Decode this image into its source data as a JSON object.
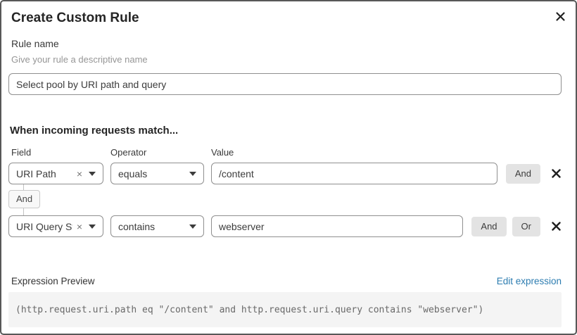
{
  "dialog": {
    "title": "Create Custom Rule"
  },
  "rule_name": {
    "label": "Rule name",
    "helper": "Give your rule a descriptive name",
    "value": "Select pool by URI path and query"
  },
  "matcher": {
    "heading": "When incoming requests match...",
    "columns": {
      "field": "Field",
      "operator": "Operator",
      "value": "Value"
    },
    "connector": "And",
    "rows": [
      {
        "field": "URI Path",
        "operator": "equals",
        "value": "/content",
        "buttons": [
          "And"
        ]
      },
      {
        "field": "URI Query St...",
        "operator": "contains",
        "value": "webserver",
        "buttons": [
          "And",
          "Or"
        ]
      }
    ]
  },
  "expression": {
    "label": "Expression Preview",
    "edit_link": "Edit expression",
    "code": "(http.request.uri.path eq \"/content\" and http.request.uri.query contains \"webserver\")"
  },
  "icons": {
    "close": "close-icon",
    "clear": "clear-x-icon",
    "caret": "chevron-down-icon",
    "remove": "remove-row-icon"
  },
  "colors": {
    "link_blue": "#2c7cb0",
    "button_gray": "#e3e3e3",
    "input_border": "#8f8f8f",
    "code_background": "#f4f4f4",
    "dialog_border": "#585858"
  }
}
